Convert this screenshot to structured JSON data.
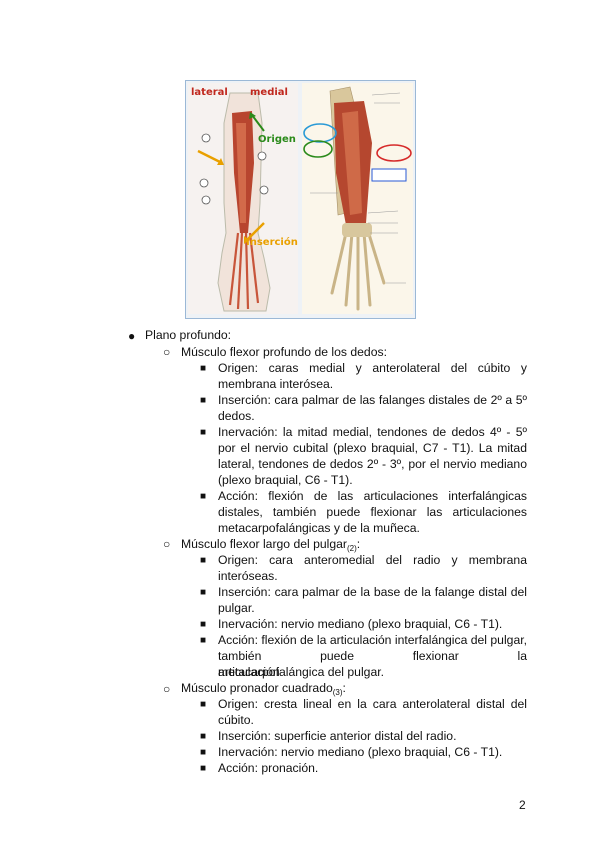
{
  "figure": {
    "labels": {
      "lateral": "lateral",
      "medial": "medial",
      "origen": "Origen",
      "insercion": "Inserción"
    }
  },
  "content": {
    "plano": "Plano profundo:",
    "m1": {
      "title": "Músculo flexor profundo de los dedos:",
      "origen": [
        "Origen: caras medial y anterolateral del cúbito y",
        "membrana interósea."
      ],
      "insercion": [
        "Inserción: cara palmar de las falanges distales de 2º a 5º",
        "dedos."
      ],
      "inervacion": [
        "Inervación: la mitad medial, tendones de dedos 4º - 5º",
        "por el nervio cubital (plexo braquial, C7 - T1). La mitad",
        "lateral, tendones de dedos 2º - 3º, por el nervio mediano",
        "(plexo braquial, C6 - T1)."
      ],
      "accion": [
        "Acción: flexión de las articulaciones interfalángicas",
        "distales, también puede flexionar las articulaciones",
        "metacarpofalángicas y de la muñeca."
      ]
    },
    "m2": {
      "title": "Músculo flexor largo del pulgar",
      "ref": "(2)",
      "colon": ":",
      "origen": [
        "Origen: cara anteromedial del radio y membrana",
        "interóseas."
      ],
      "insercion": [
        "Inserción: cara palmar de la base de la falange distal del",
        "pulgar."
      ],
      "inervacion": "Inervación: nervio mediano (plexo braquial, C6 - T1).",
      "accion": [
        "Acción: flexión de la articulación interfalángica del pulgar,",
        "también puede flexionar la articulación",
        "metacarpofalángica del pulgar."
      ]
    },
    "m3": {
      "title": "Músculo pronador cuadrado",
      "ref": "(3)",
      "colon": ":",
      "origen": [
        "Origen: cresta lineal en la cara anterolateral distal del",
        "cúbito."
      ],
      "insercion": "Inserción: superficie anterior distal del radio.",
      "inervacion": "Inervación: nervio mediano (plexo braquial, C6 - T1).",
      "accion": "Acción: pronación."
    }
  },
  "page_number": "2"
}
